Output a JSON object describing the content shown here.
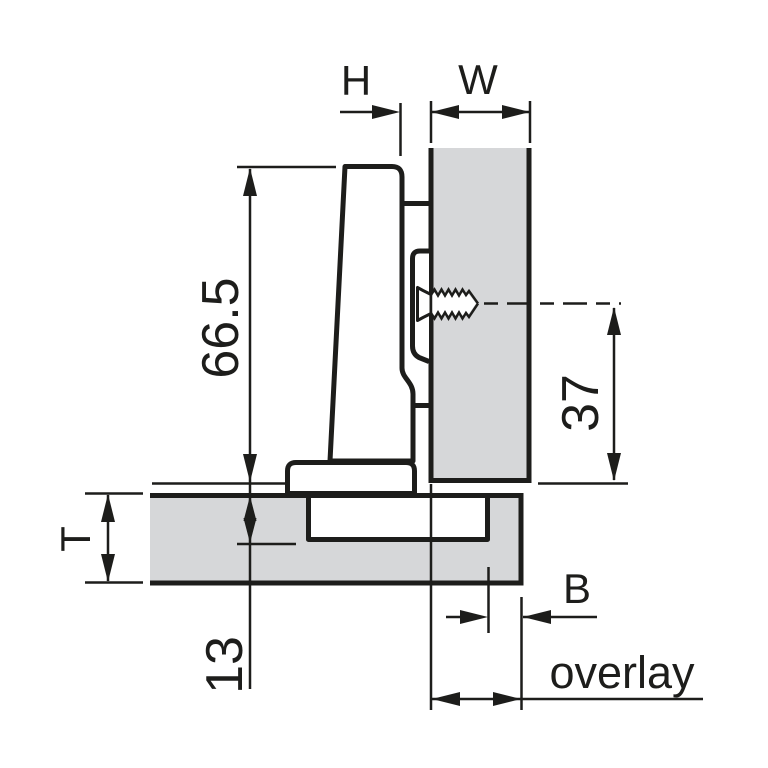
{
  "diagram": {
    "labels": {
      "h": "H",
      "w": "W",
      "arm_height": "66.5",
      "screw_distance": "37",
      "door_thickness": "T",
      "drilling_depth": "13",
      "edge_distance": "B",
      "overlay": "overlay"
    },
    "colors": {
      "outline": "#1d1d1b",
      "panel_fill": "#d6d7d9",
      "background": "#ffffff"
    }
  }
}
